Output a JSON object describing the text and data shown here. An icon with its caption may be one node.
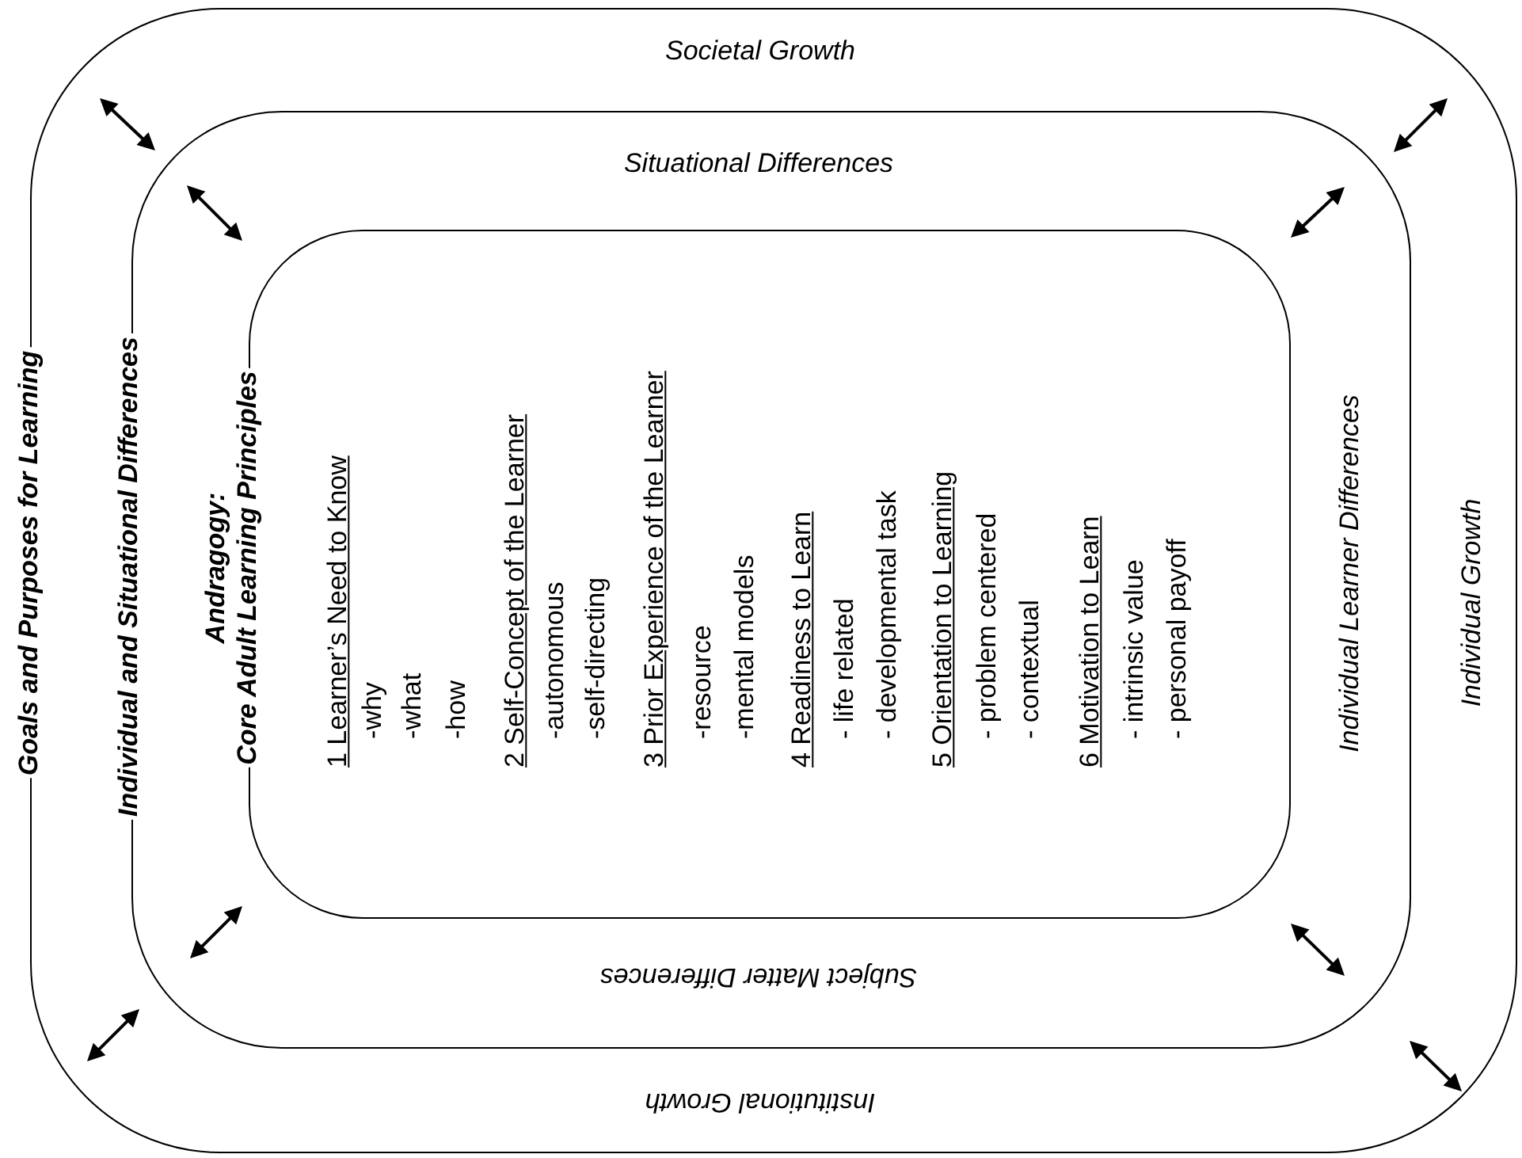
{
  "diagram": {
    "nodes": [
      {
        "text": [
          "Goals and Purposes for Learning",
          "Societal Growth",
          "Individual Growth",
          "Institutional Growth"
        ]
      },
      {
        "text": [
          "Individual and Situational Differences",
          "Situational Differences",
          "Individual Learner Differences",
          "Subject Matter Differences"
        ],
        "in": 0
      },
      {
        "text": [
          "Andragogy:",
          "Core Adult Learning Principles",
          "1 Learner’s Need to Know",
          "-why",
          "-what",
          "-how",
          "2 Self-Concept of the Learner",
          "-autonomous",
          "-self-directing",
          "3 Prior Experience of the Learner",
          "-resource",
          "-mental models",
          "4 Readiness to Learn",
          "- life related",
          "- developmental task",
          "5 Orientation to Learning",
          "- problem centered",
          "- contextual",
          "6 Motivation to Learn",
          "- intrinsic value",
          "- personal payoff"
        ],
        "in": 1
      }
    ]
  }
}
